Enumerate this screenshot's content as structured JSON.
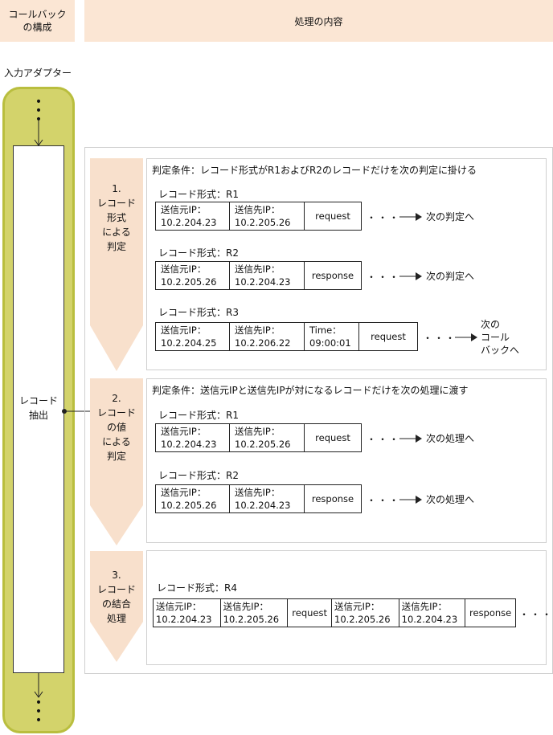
{
  "header": {
    "left": "コールバック\nの構成",
    "right": "処理の内容"
  },
  "adapter_title": "入力アダプター",
  "extract_label": "レコード\n抽出",
  "ellipsis_dots": "•\n•\n•",
  "steps": [
    {
      "label": "1.\nレコード\n形式\nによる\n判定",
      "condition": "判定条件：レコード形式がR1およびR2のレコードだけを次の判定に掛ける",
      "records": [
        {
          "label": "レコード形式：R1",
          "cells": [
            "送信元IP：\n10.2.204.23",
            "送信先IP：\n10.2.205.26",
            "request"
          ],
          "dots": "・・・",
          "arrow": "次の判定へ"
        },
        {
          "label": "レコード形式：R2",
          "cells": [
            "送信元IP：\n10.2.205.26",
            "送信先IP：\n10.2.204.23",
            "response"
          ],
          "dots": "・・・",
          "arrow": "次の判定へ"
        },
        {
          "label": "レコード形式：R3",
          "cells": [
            "送信元IP：\n10.2.204.25",
            "送信先IP：\n10.2.206.22",
            "Time：\n09:00:01",
            "request"
          ],
          "dots": "・・・",
          "arrow": "次の\nコール\nバックへ"
        }
      ]
    },
    {
      "label": "2.\nレコード\nの値\nによる\n判定",
      "condition": "判定条件：送信元IPと送信先IPが対になるレコードだけを次の処理に渡す",
      "records": [
        {
          "label": "レコード形式：R1",
          "cells": [
            "送信元IP：\n10.2.204.23",
            "送信先IP：\n10.2.205.26",
            "request"
          ],
          "dots": "・・・",
          "arrow": "次の処理へ"
        },
        {
          "label": "レコード形式：R2",
          "cells": [
            "送信元IP：\n10.2.205.26",
            "送信先IP：\n10.2.204.23",
            "response"
          ],
          "dots": "・・・",
          "arrow": "次の処理へ"
        }
      ]
    },
    {
      "label": "3.\nレコード\nの結合\n処理",
      "condition": "",
      "records": [
        {
          "label": "レコード形式：R4",
          "cells": [
            "送信元IP：\n10.2.204.23",
            "送信先IP：\n10.2.205.26",
            "request",
            "送信元IP：\n10.2.205.26",
            "送信先IP：\n10.2.204.23",
            "response"
          ],
          "dots": "・・・",
          "arrow": ""
        }
      ]
    }
  ]
}
